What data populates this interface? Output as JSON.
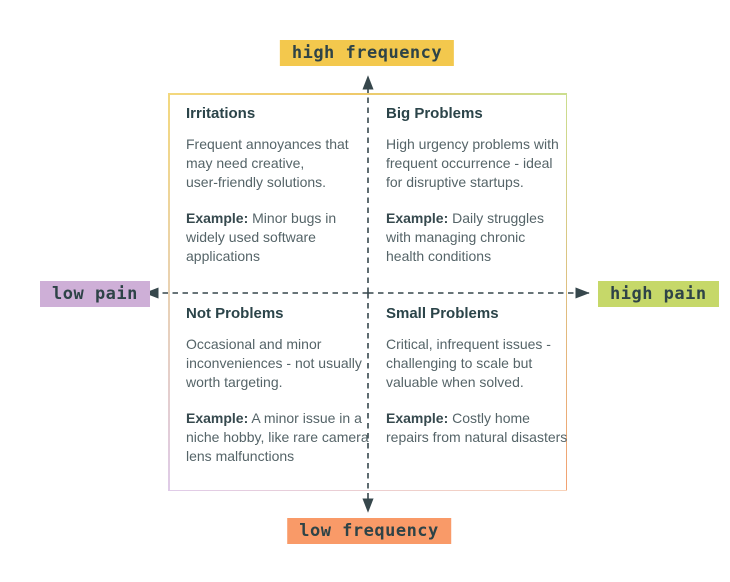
{
  "labels": {
    "top": {
      "text": "high frequency",
      "bg": "#F3C84D"
    },
    "bottom": {
      "text": "low frequency",
      "bg": "#F99A68"
    },
    "left": {
      "text": "low pain",
      "bg": "#CEAFD7"
    },
    "right": {
      "text": "high pain",
      "bg": "#C6D869"
    }
  },
  "quadrants": {
    "top_left": {
      "title": "Irritations",
      "description": "Frequent annoyances that\nmay need creative,\nuser-friendly solutions.",
      "example_label": "Example:",
      "example": "Minor bugs in\nwidely used software\napplications"
    },
    "top_right": {
      "title": "Big Problems",
      "description": "High urgency problems with\nfrequent occurrence - ideal\nfor disruptive startups.",
      "example_label": "Example:",
      "example": "Daily struggles\nwith managing chronic\nhealth conditions"
    },
    "bottom_left": {
      "title": "Not Problems",
      "description": "Occasional and minor\ninconveniences - not usually\nworth targeting.",
      "example_label": "Example:",
      "example": "A minor issue in a\nniche hobby, like rare camera\nlens malfunctions"
    },
    "bottom_right": {
      "title": "Small Problems",
      "description": "Critical, infrequent issues -\nchallenging to scale but\nvaluable when solved.",
      "example_label": "Example:",
      "example": "Costly home\nrepairs from natural disasters"
    }
  },
  "colors": {
    "axis": "#36474C",
    "frame_yellow": "#F3D87E",
    "frame_green": "#CBDE8F",
    "frame_purple": "#DFCBE8",
    "frame_orange": "#F2A172"
  }
}
